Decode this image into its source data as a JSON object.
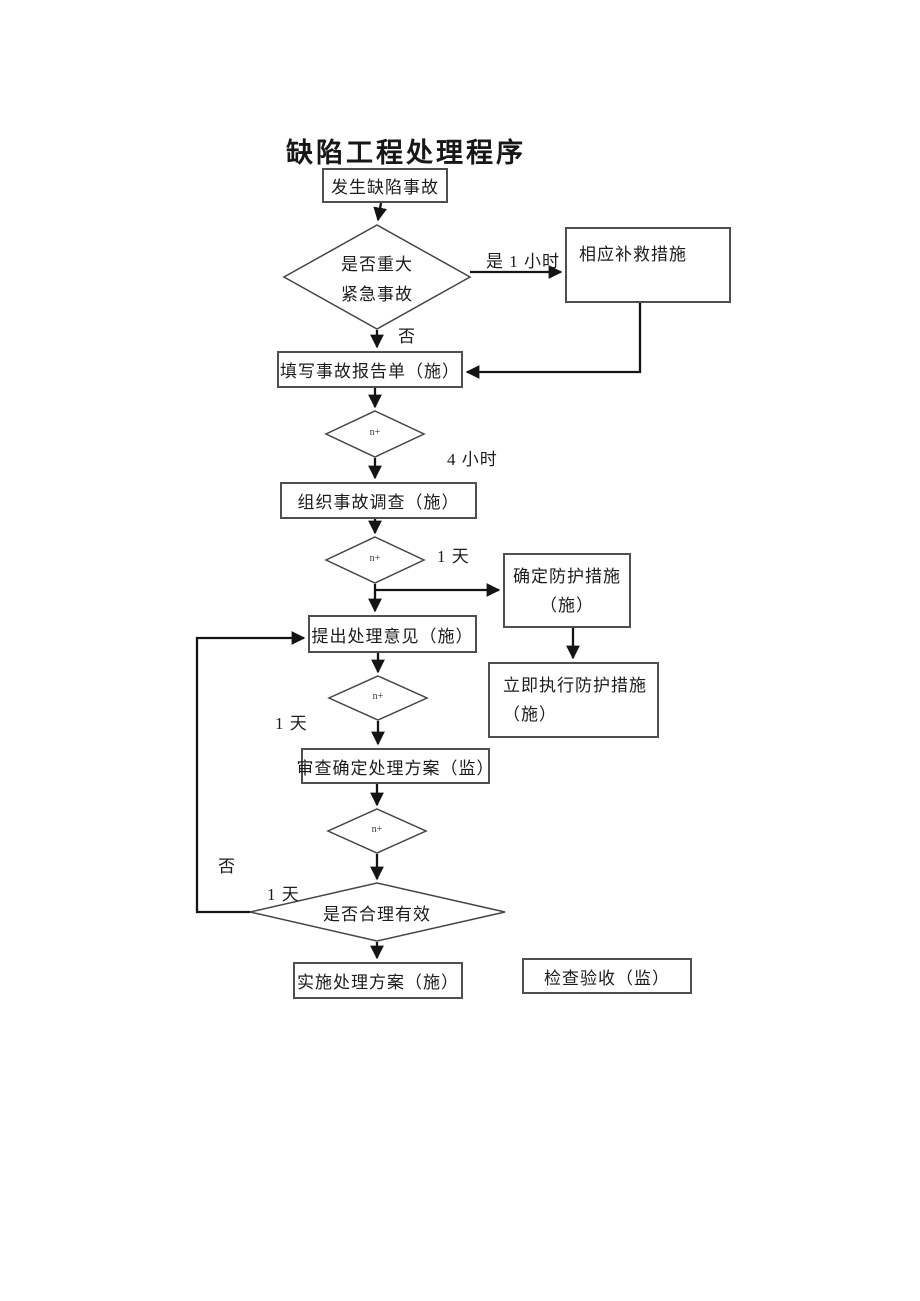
{
  "title": "缺陷工程处理程序",
  "nodes": {
    "start": {
      "label": "发生缺陷事故"
    },
    "decision_major": {
      "lines": [
        "是否重大",
        "紧急事故"
      ]
    },
    "remedy": {
      "label": "相应补救措施"
    },
    "report": {
      "label": "填写事故报告单（施）"
    },
    "check_timer": {
      "label": "n+"
    },
    "investigate": {
      "label": "组织事故调查（施）"
    },
    "protective": {
      "lines": [
        "确定防护措施",
        "（施）"
      ]
    },
    "opinion": {
      "label": "提出处理意见（施）"
    },
    "execute_protective": {
      "lines": [
        "立即执行防护措施",
        "（施）"
      ]
    },
    "review_plan": {
      "label": "审查确定处理方案（监）"
    },
    "decision_valid": {
      "label": "是否合理有效"
    },
    "implement": {
      "label": "实施处理方案（施）"
    },
    "inspect": {
      "label": "检查验收（监）"
    }
  },
  "edge_labels": {
    "yes_1_hour": "是 1 小时",
    "no_branch": "否",
    "hours_4": "4 小时",
    "day_1": "1 天",
    "no_loop": "否"
  },
  "colors": {
    "background": "#ffffff",
    "line": "#141414",
    "box_border": "#4f4f4f",
    "text": "#1c1c1c"
  }
}
